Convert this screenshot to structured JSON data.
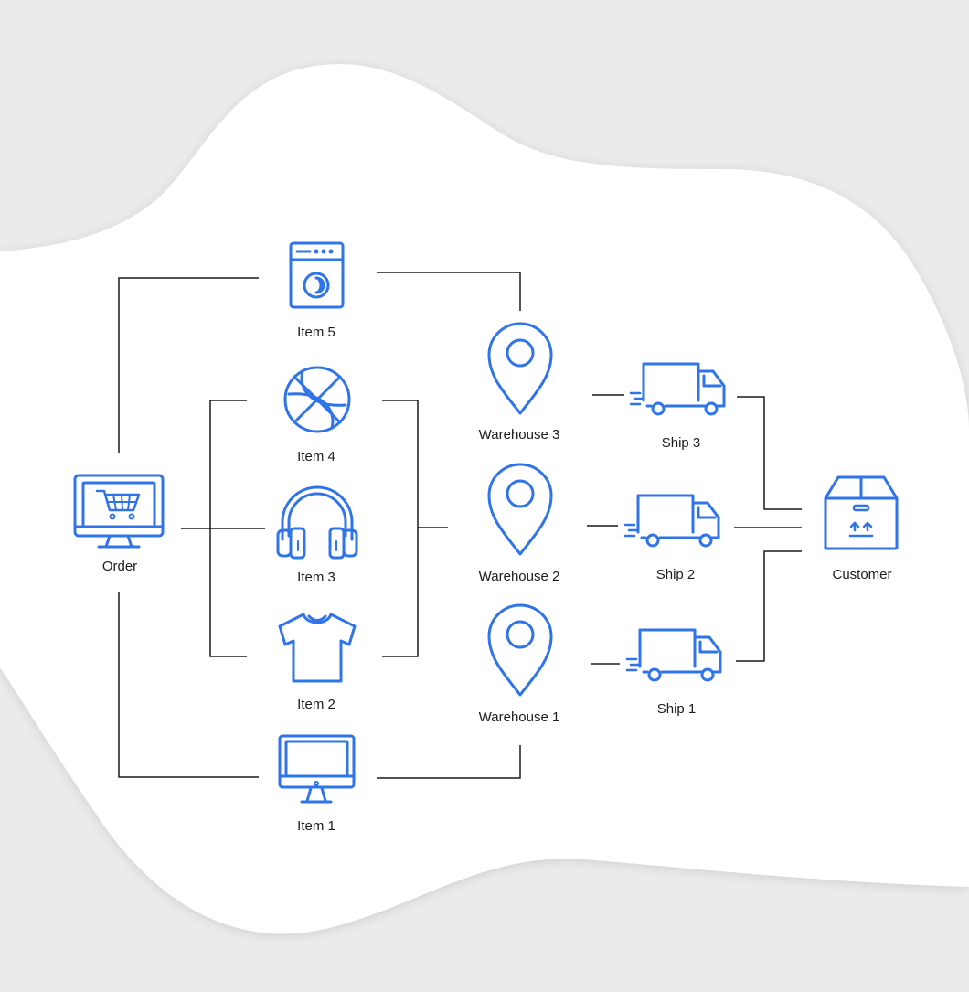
{
  "colors": {
    "background": "#ebebeb",
    "blob": "#ffffff",
    "icon": "#2f74e8",
    "line": "#1c1c1c"
  },
  "nodes": {
    "order": {
      "label": "Order",
      "icon": "computer-cart-icon"
    },
    "item5": {
      "label": "Item 5",
      "icon": "washing-machine-icon"
    },
    "item4": {
      "label": "Item 4",
      "icon": "basketball-icon"
    },
    "item3": {
      "label": "Item 3",
      "icon": "headphones-icon"
    },
    "item2": {
      "label": "Item 2",
      "icon": "t-shirt-icon"
    },
    "item1": {
      "label": "Item 1",
      "icon": "monitor-icon"
    },
    "warehouse3": {
      "label": "Warehouse 3",
      "icon": "location-pin-icon"
    },
    "warehouse2": {
      "label": "Warehouse 2",
      "icon": "location-pin-icon"
    },
    "warehouse1": {
      "label": "Warehouse 1",
      "icon": "location-pin-icon"
    },
    "ship3": {
      "label": "Ship 3",
      "icon": "delivery-truck-icon"
    },
    "ship2": {
      "label": "Ship 2",
      "icon": "delivery-truck-icon"
    },
    "ship1": {
      "label": "Ship 1",
      "icon": "delivery-truck-icon"
    },
    "customer": {
      "label": "Customer",
      "icon": "package-box-icon"
    }
  },
  "edges": [
    {
      "from": "order",
      "to": "item5"
    },
    {
      "from": "order",
      "to": "item4"
    },
    {
      "from": "order",
      "to": "item3"
    },
    {
      "from": "order",
      "to": "item2"
    },
    {
      "from": "order",
      "to": "item1"
    },
    {
      "from": "item5",
      "to": "warehouse3"
    },
    {
      "from": "item4",
      "to": "warehouse2"
    },
    {
      "from": "item2",
      "to": "warehouse2"
    },
    {
      "from": "item1",
      "to": "warehouse1"
    },
    {
      "from": "warehouse3",
      "to": "ship3"
    },
    {
      "from": "warehouse2",
      "to": "ship2"
    },
    {
      "from": "warehouse1",
      "to": "ship1"
    },
    {
      "from": "ship3",
      "to": "customer"
    },
    {
      "from": "ship2",
      "to": "customer"
    },
    {
      "from": "ship1",
      "to": "customer"
    }
  ]
}
